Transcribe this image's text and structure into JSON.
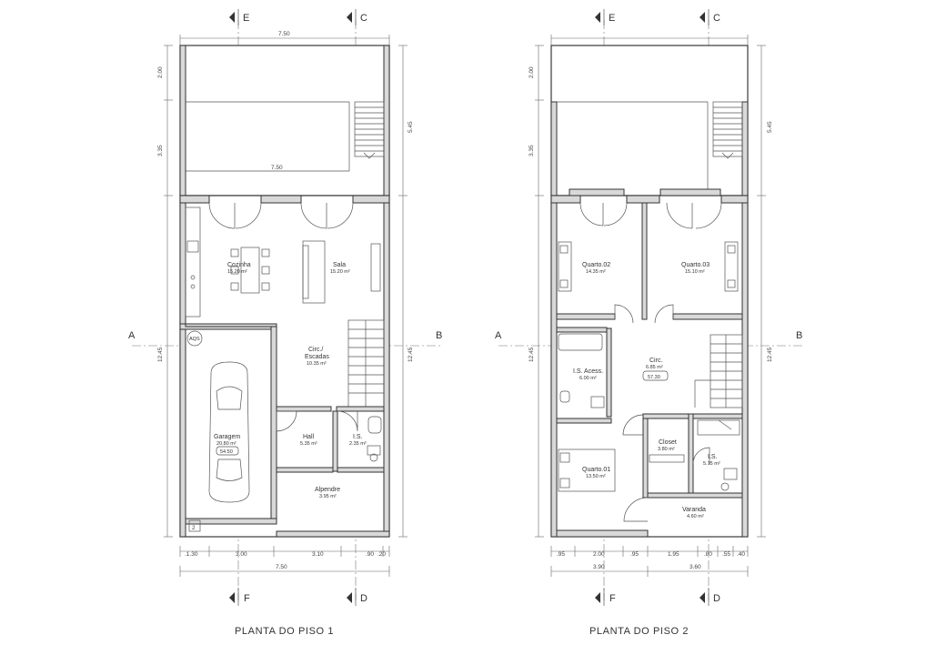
{
  "plans": [
    {
      "title": "PLANTA DO PISO 1",
      "axis_top": [
        "E",
        "C"
      ],
      "axis_bottom": [
        "F",
        "D"
      ],
      "axis_side": [
        "A",
        "B"
      ],
      "dims_top": [
        "7.50",
        "7.50"
      ],
      "dims_left": [
        "2.00",
        "3.35",
        "12.45"
      ],
      "dims_right": [
        "5.45",
        "12.45"
      ],
      "dims_bottom_parts": [
        ".1.30",
        "3.00",
        "3.10",
        ".90",
        ".20"
      ],
      "dims_bottom_total": "7.50",
      "rooms": [
        {
          "name": "Cozinha",
          "area": "15.20 m²"
        },
        {
          "name": "Sala",
          "area": "15.20 m²"
        },
        {
          "name": "Circ./",
          "name2": "Escadas",
          "area": "10.35 m²"
        },
        {
          "name": "Garagem",
          "area": "20.80 m²",
          "tag": "54.50"
        },
        {
          "name": "Hall",
          "area": "5.35 m²"
        },
        {
          "name": "I.S.",
          "area": "2.35 m²"
        },
        {
          "name": "Alpendre",
          "area": "3.95 m²"
        }
      ],
      "labels": {
        "aqs": "AQS",
        "marker": "2"
      }
    },
    {
      "title": "PLANTA DO PISO 2",
      "axis_top": [
        "E",
        "C"
      ],
      "axis_bottom": [
        "F",
        "D"
      ],
      "axis_side": [
        "A",
        "B"
      ],
      "dims_left": [
        "2.00",
        "3.35",
        "12.45"
      ],
      "dims_right": [
        "5.45",
        "12.45"
      ],
      "dims_bottom_parts": [
        ".95",
        "2.00",
        ".95",
        "1.95",
        ".80",
        ".55",
        ".40"
      ],
      "dims_bottom_totals": [
        "3.90",
        "3.60"
      ],
      "rooms": [
        {
          "name": "Quarto.02",
          "area": "14.35 m²"
        },
        {
          "name": "Quarto.03",
          "area": "15.10 m²"
        },
        {
          "name": "I.S. Acess.",
          "area": "6.00 m²"
        },
        {
          "name": "Circ.",
          "area": "6.85 m²",
          "tag": "57.30"
        },
        {
          "name": "Quarto.01",
          "area": "13.50 m²"
        },
        {
          "name": "Closet",
          "area": "3.80 m²"
        },
        {
          "name": "I.S.",
          "area": "5.15 m²"
        },
        {
          "name": "Varanda",
          "area": "4.60 m²"
        }
      ]
    }
  ],
  "colors": {
    "line": "#3a3a3a",
    "wall_fill": "#d9d9d9",
    "background": "#ffffff"
  }
}
